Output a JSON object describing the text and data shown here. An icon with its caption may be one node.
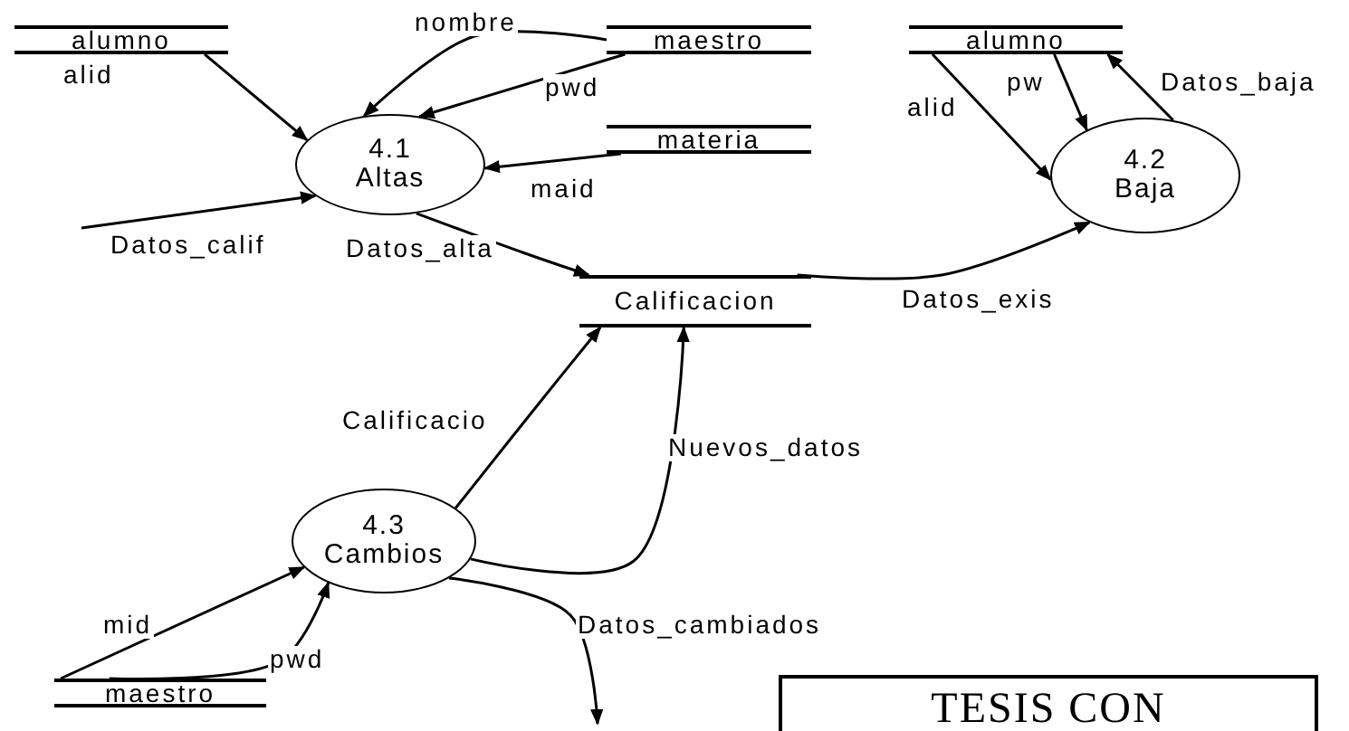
{
  "diagram": {
    "nodes": [
      {
        "text": [
          "alumno"
        ]
      },
      {
        "text": [
          "maestro"
        ]
      },
      {
        "text": [
          "materia"
        ]
      },
      {
        "text": [
          "4.1",
          "Altas"
        ]
      },
      {
        "text": [
          "alumno"
        ]
      },
      {
        "text": [
          "4.2",
          "Baja"
        ]
      },
      {
        "text": [
          "Calificacion"
        ]
      },
      {
        "text": [
          "4.3",
          "Cambios"
        ]
      },
      {
        "text": [
          "maestro"
        ]
      },
      {
        "text": [
          "TESIS CON"
        ]
      }
    ],
    "edges": [
      {
        "from": 0,
        "to": 3,
        "arrow": "to",
        "label": "alid"
      },
      {
        "from": 1,
        "to": 3,
        "arrow": "to",
        "label": "nombre"
      },
      {
        "from": 1,
        "to": 3,
        "arrow": "to",
        "label": "pwd"
      },
      {
        "from": 2,
        "to": 3,
        "arrow": "to",
        "label": "maid"
      },
      {
        "from": null,
        "to": 3,
        "arrow": "to",
        "label": "Datos_calif"
      },
      {
        "from": 3,
        "to": 6,
        "arrow": "to",
        "label": "Datos_alta"
      },
      {
        "from": 6,
        "to": 5,
        "arrow": "to",
        "label": "Datos_exis"
      },
      {
        "from": 4,
        "to": 5,
        "arrow": "to",
        "label": "alid"
      },
      {
        "from": 4,
        "to": 5,
        "arrow": "to",
        "label": "pw"
      },
      {
        "from": 5,
        "to": 4,
        "arrow": "to",
        "label": "Datos_baja"
      },
      {
        "from": 7,
        "to": 6,
        "arrow": "to",
        "label": "Calificacio"
      },
      {
        "from": 7,
        "to": 6,
        "arrow": "to",
        "label": "Nuevos_datos"
      },
      {
        "from": 8,
        "to": 7,
        "arrow": "to",
        "label": "mid"
      },
      {
        "from": 8,
        "to": 7,
        "arrow": "to",
        "label": "pwd"
      },
      {
        "from": 7,
        "to": null,
        "arrow": "to",
        "label": "Datos_cambiados"
      }
    ]
  }
}
